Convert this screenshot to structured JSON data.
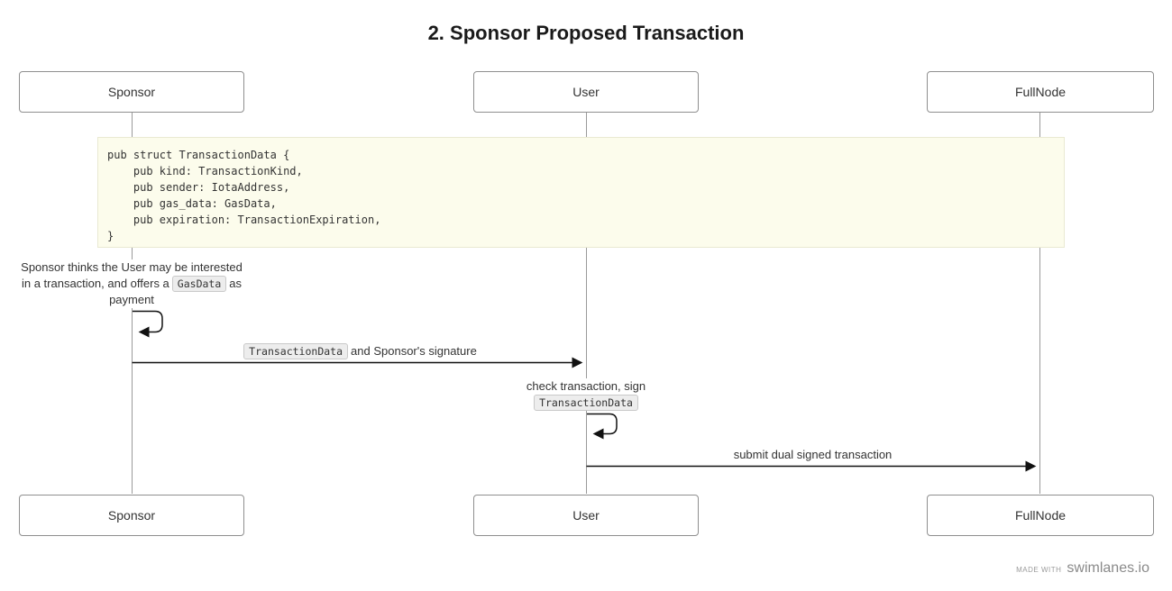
{
  "title": "2. Sponsor Proposed Transaction",
  "actors": {
    "sponsor": "Sponsor",
    "user": "User",
    "fullnode": "FullNode"
  },
  "note_code": {
    "lines": [
      "pub struct TransactionData {",
      "    pub kind: TransactionKind,",
      "    pub sender: IotaAddress,",
      "    pub gas_data: GasData,",
      "    pub expiration: TransactionExpiration,",
      "}"
    ]
  },
  "notes": {
    "sponsor_note": {
      "line1": "Sponsor thinks the User may be interested",
      "line2_pre": "in a transaction, and offers a",
      "line2_code": "GasData",
      "line2_post": "as",
      "line3": "payment"
    },
    "user_note": {
      "line1": "check transaction, sign",
      "code": "TransactionData"
    }
  },
  "messages": {
    "msg1_code": "TransactionData",
    "msg1_text": "and Sponsor's signature",
    "msg2_text": "submit dual signed transaction"
  },
  "footer": {
    "made_with": "made with",
    "brand": "swimlanes.io"
  },
  "colors": {
    "arrow": "#111111",
    "lifeline": "#999999",
    "note_bg": "#fcfcec",
    "chip_bg": "#ededed"
  }
}
